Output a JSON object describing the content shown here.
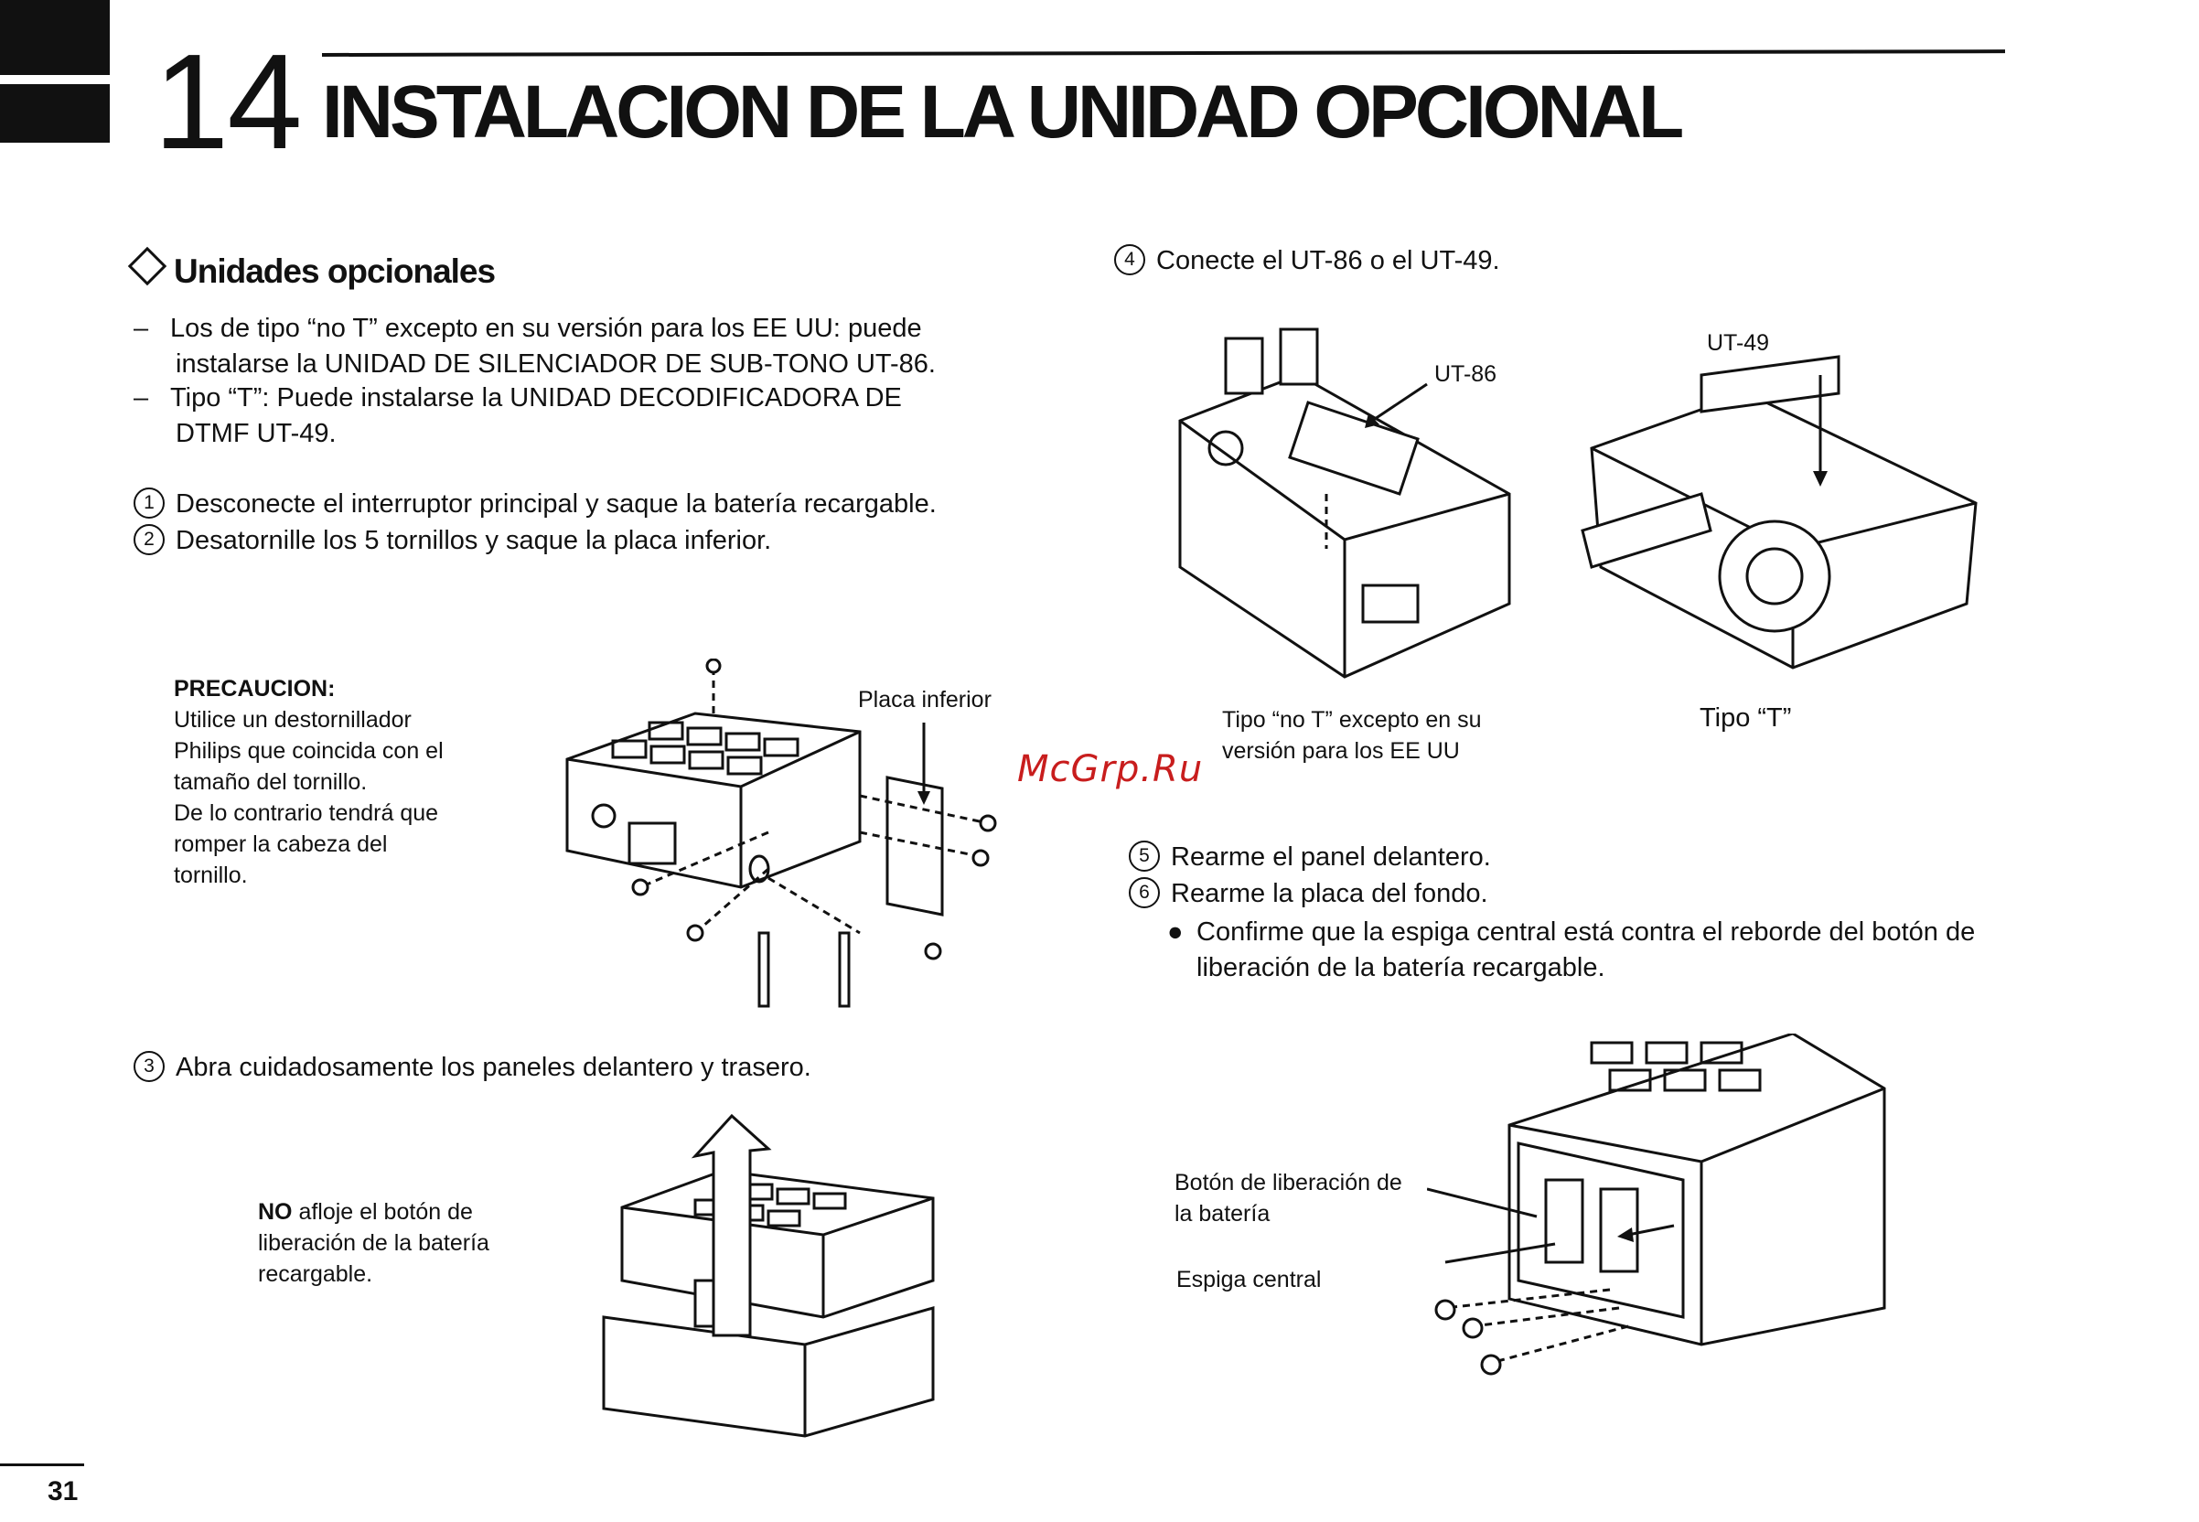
{
  "header": {
    "chapter_number": "14",
    "chapter_title": "INSTALACION DE LA UNIDAD OPCIONAL"
  },
  "section": {
    "title": "Unidades opcionales",
    "bullets": [
      {
        "line1": "Los de tipo “no T” excepto en su versión para los EE UU: puede",
        "line2": "instalarse la UNIDAD DE SILENCIADOR DE SUB-TONO UT-86."
      },
      {
        "line1": "Tipo “T”: Puede instalarse la UNIDAD DECODIFICADORA DE",
        "line2": "DTMF UT-49."
      }
    ]
  },
  "steps": {
    "s1": {
      "num": "1",
      "text": "Desconecte el interruptor principal y saque la batería recargable."
    },
    "s2": {
      "num": "2",
      "text": "Desatornille los 5 tornillos y saque la placa inferior."
    },
    "s3": {
      "num": "3",
      "text": "Abra cuidadosamente los paneles delantero y trasero."
    },
    "s4": {
      "num": "4",
      "text": "Conecte el UT-86 o el UT-49."
    },
    "s5": {
      "num": "5",
      "text": "Rearme el panel delantero."
    },
    "s6": {
      "num": "6",
      "text": "Rearme la placa del fondo."
    },
    "s6_bullet_line1": "Confirme que la espiga central está contra el reborde del botón de",
    "s6_bullet_line2": "liberación de la batería recargable."
  },
  "caution": {
    "title": "PRECAUCION:",
    "lines": [
      "Utilice un destornillador",
      "Philips que coincida con el",
      "tamaño del tornillo.",
      "De lo contrario tendrá que",
      "romper la cabeza del",
      "tornillo."
    ]
  },
  "figure_labels": {
    "placa_inferior": "Placa inferior",
    "ut86": "UT-86",
    "ut49": "UT-49",
    "tipo_no_t_line1": "Tipo “no T” excepto en su",
    "tipo_no_t_line2": "versión para los EE UU",
    "tipo_t": "Tipo “T”",
    "boton_line1": "Botón de liberación de",
    "boton_line2": "la batería",
    "espiga": "Espiga central"
  },
  "no_note": {
    "bold": "NO",
    "line1_rest": " afloje el botón de",
    "line2": "liberación de la batería",
    "line3": "recargable."
  },
  "watermark": "McGrp.Ru",
  "page_number": "31"
}
